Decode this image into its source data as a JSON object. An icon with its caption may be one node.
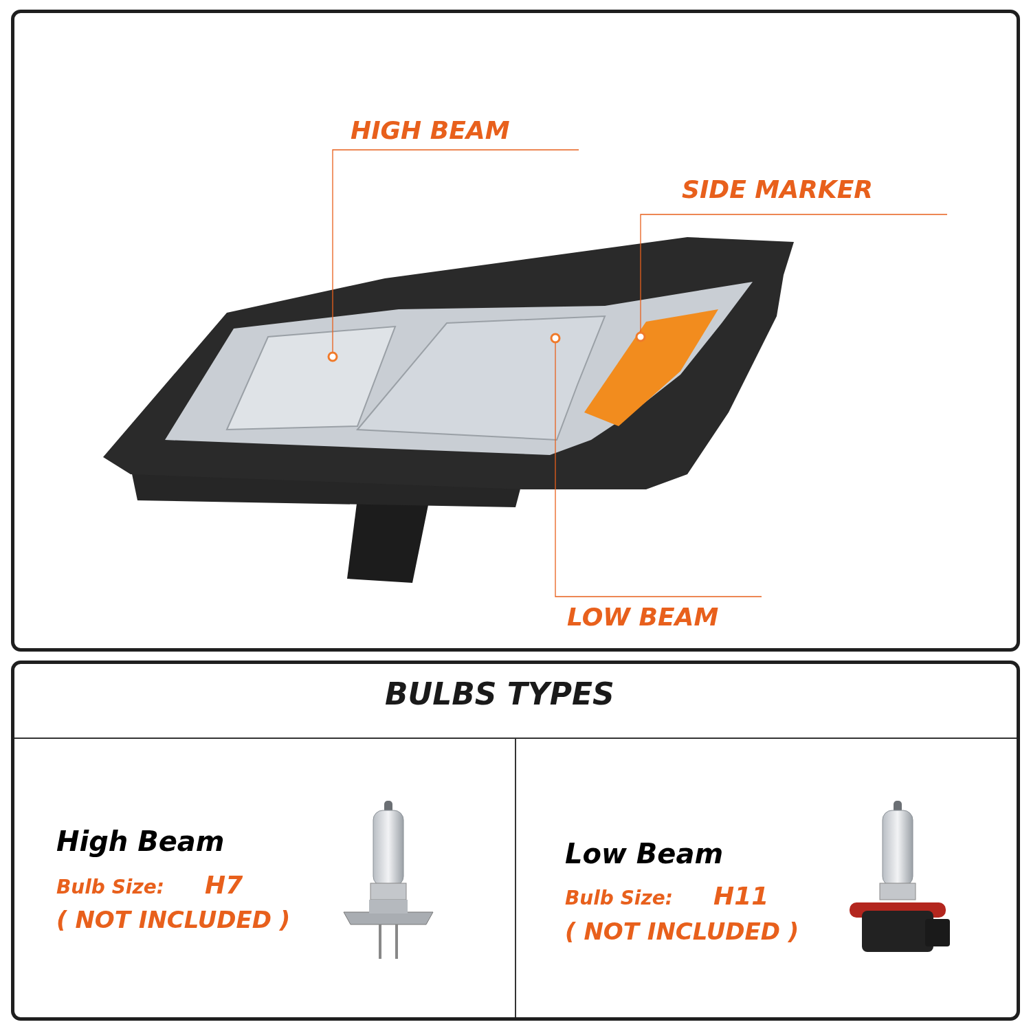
{
  "diagram": {
    "nodes": [
      {
        "text": [
          "HIGH BEAM"
        ]
      },
      {
        "text": [
          "SIDE MARKER"
        ]
      },
      {
        "text": [
          "LOW BEAM"
        ]
      }
    ],
    "edges": [
      {
        "from": 0,
        "to": null,
        "arrow": "other"
      },
      {
        "from": 1,
        "to": null,
        "arrow": "other"
      },
      {
        "from": 2,
        "to": null,
        "arrow": "other"
      }
    ],
    "labels": [
      "BULBS TYPES",
      "High Beam",
      "Bulb Size:",
      "H7",
      "( NOT INCLUDED )",
      "Low Beam",
      "Bulb Size:",
      "H11",
      "( NOT INCLUDED )"
    ]
  }
}
